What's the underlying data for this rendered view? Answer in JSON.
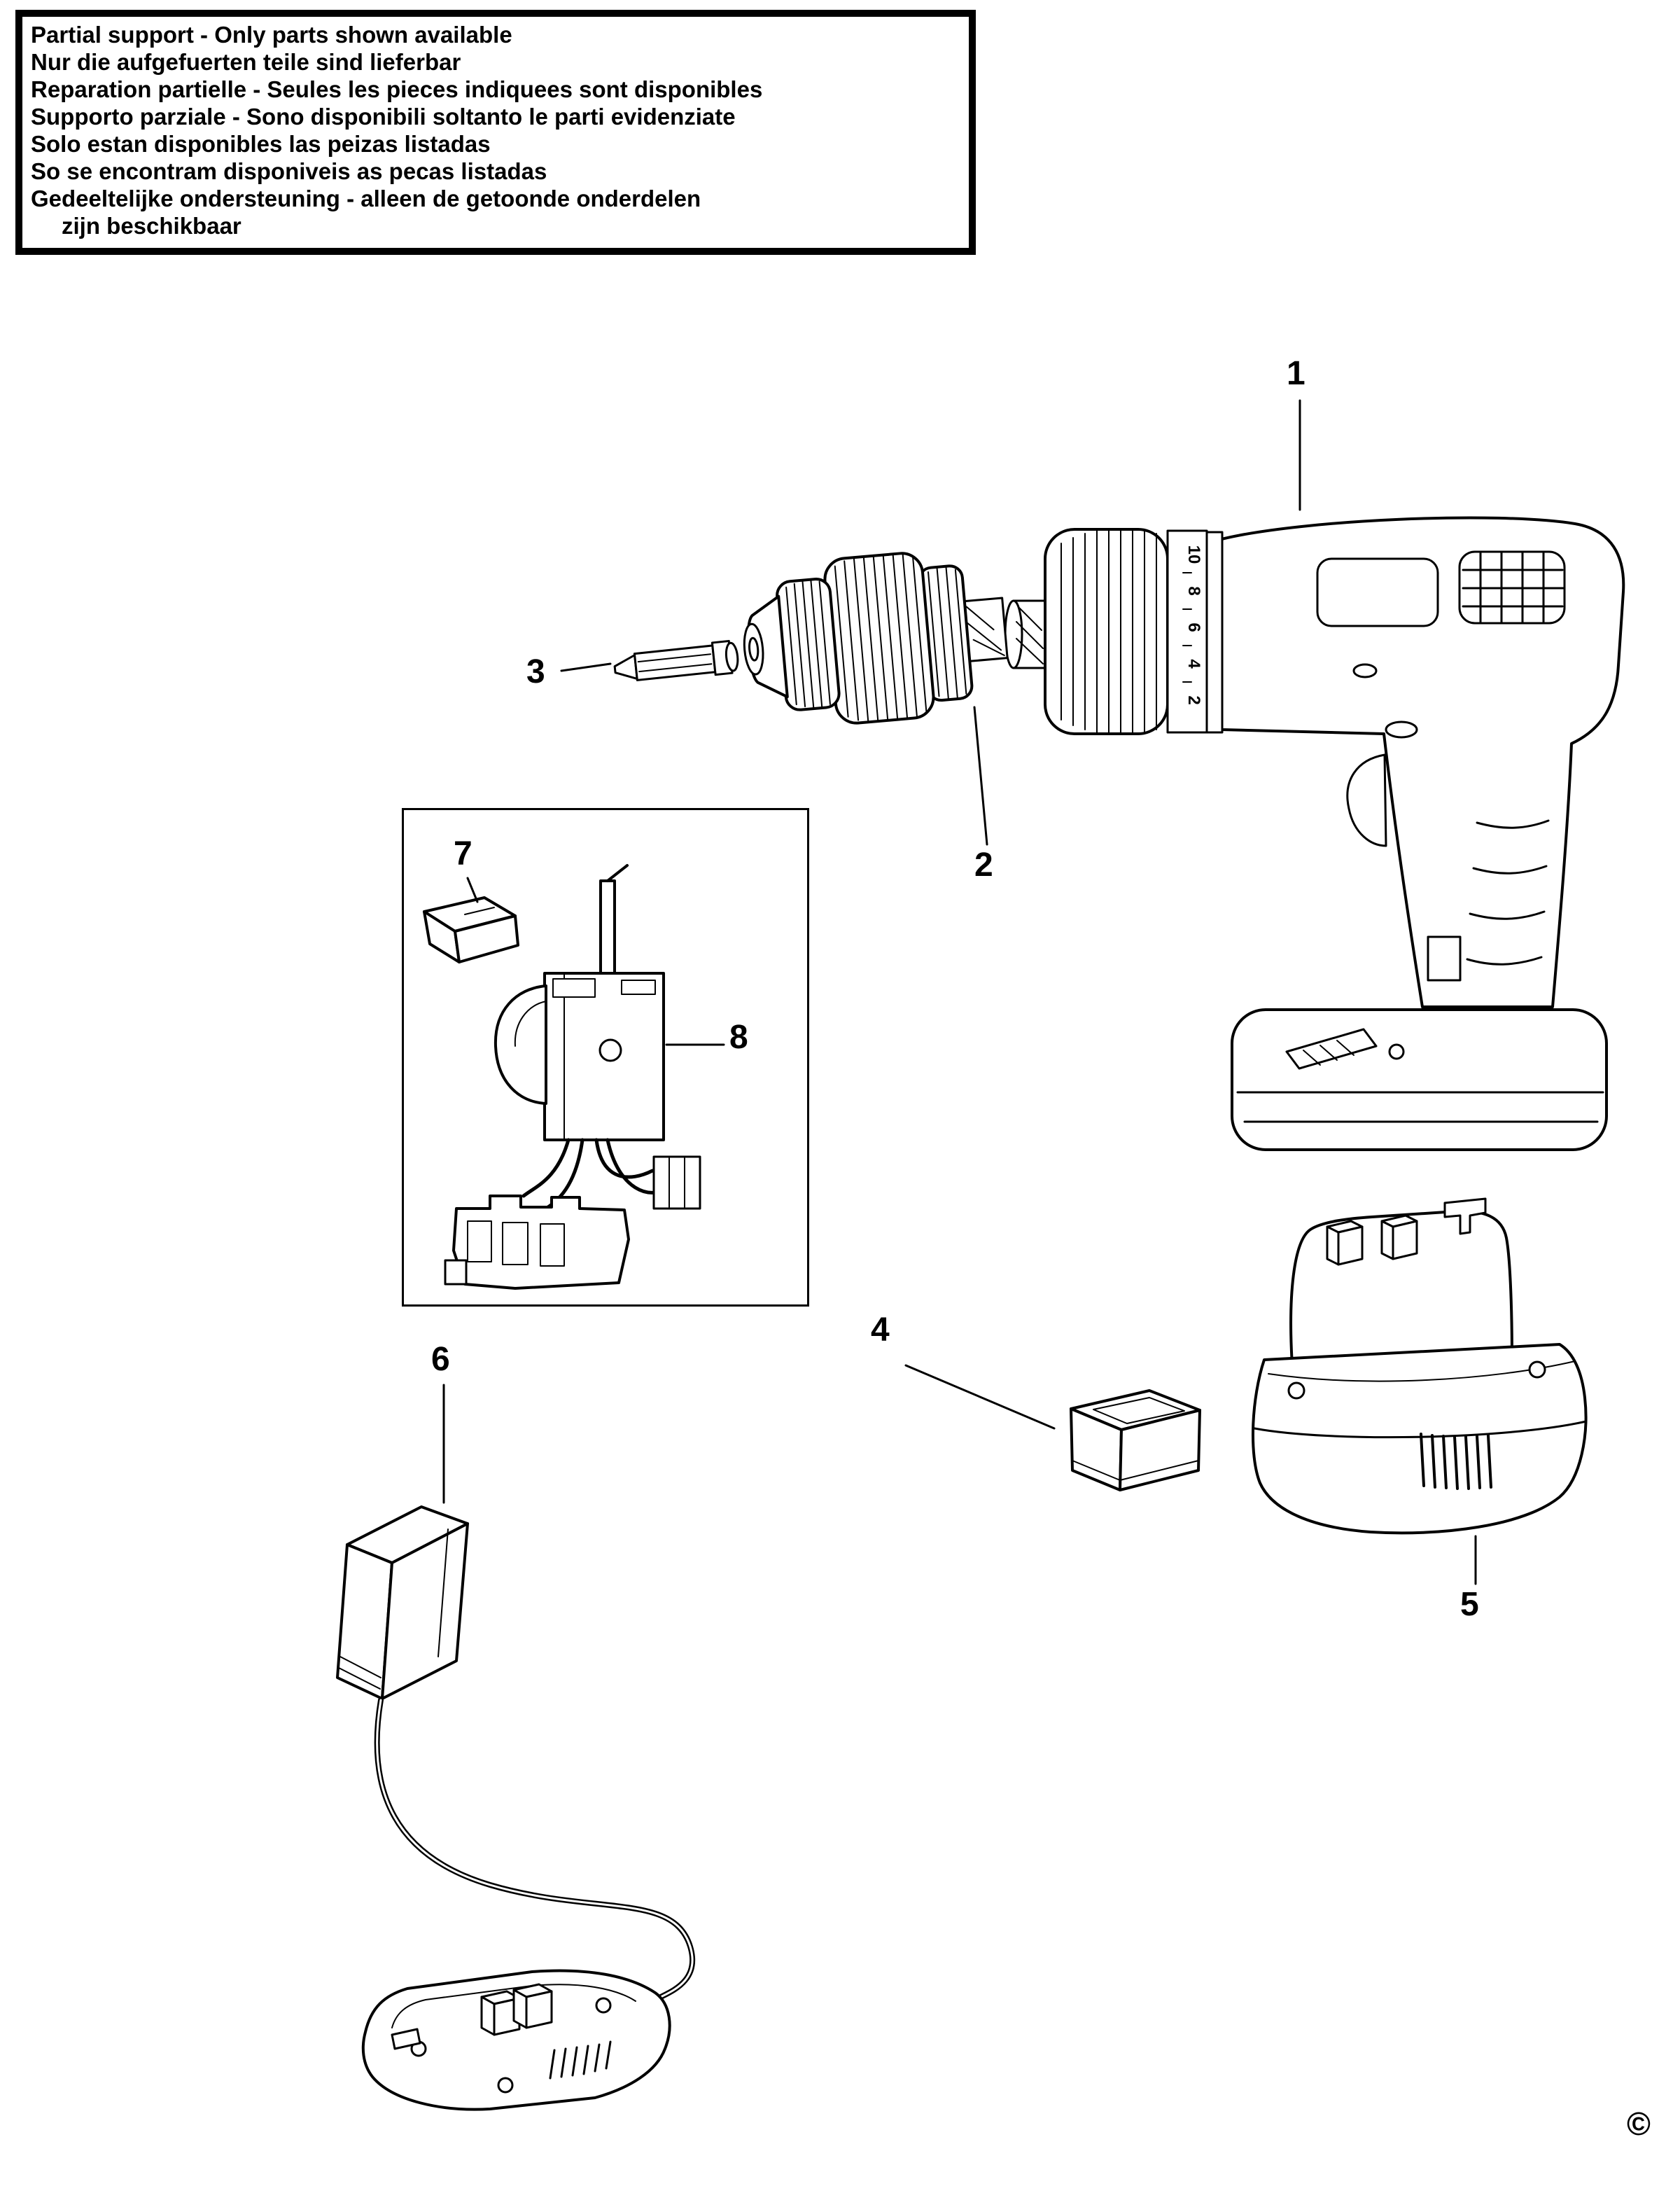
{
  "notice": {
    "lines": [
      "Partial support - Only parts shown available",
      "Nur die aufgefuerten teile sind lieferbar",
      "Reparation partielle - Seules les pieces indiquees sont disponibles",
      "Supporto parziale - Sono disponibili soltanto le parti evidenziate",
      "Solo estan disponibles las peizas listadas",
      "So se encontram disponiveis as pecas listadas",
      "Gedeeltelijke ondersteuning - alleen de getoonde onderdelen",
      "zijn beschikbaar"
    ]
  },
  "labels": {
    "p1": "1",
    "p2": "2",
    "p3": "3",
    "p4": "4",
    "p5": "5",
    "p6": "6",
    "p7": "7",
    "p8": "8"
  },
  "clutch": {
    "marks": [
      "10",
      "8",
      "6",
      "4",
      "2"
    ]
  },
  "copyright": "©",
  "colors": {
    "ink": "#000000",
    "paper": "#ffffff"
  }
}
